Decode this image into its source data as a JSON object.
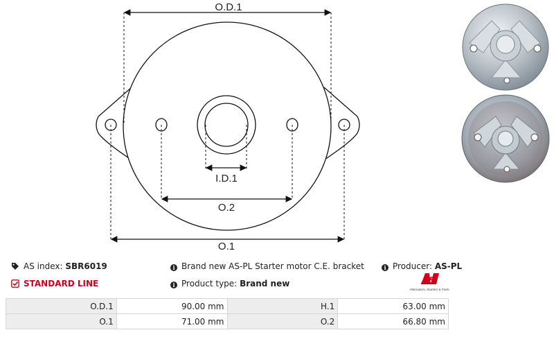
{
  "drawing": {
    "label_od1": "O.D.1",
    "label_id1": "I.D.1",
    "label_o2": "O.2",
    "label_o1": "O.1"
  },
  "info": {
    "as_index_label": "AS index:",
    "as_index_value": "SBR6019",
    "description": "Brand new AS-PL Starter motor C.E. bracket",
    "producer_label": "Producer:",
    "producer_value": "AS-PL",
    "standard_line": "STANDARD LINE",
    "product_type_label": "Product type:",
    "product_type_value": "Brand new"
  },
  "logo": {
    "mark": "AS",
    "tagline": "Alternators, Starters & Parts",
    "color": "#d0021b"
  },
  "specs": [
    {
      "label_a": "O.D.1",
      "value_a": "90.00 mm",
      "label_b": "H.1",
      "value_b": "63.00 mm"
    },
    {
      "label_a": "O.1",
      "value_a": "71.00 mm",
      "label_b": "O.2",
      "value_b": "66.80 mm"
    }
  ],
  "icons": {
    "tag": "tag-icon",
    "info": "info-icon",
    "check": "checkbox-icon"
  }
}
